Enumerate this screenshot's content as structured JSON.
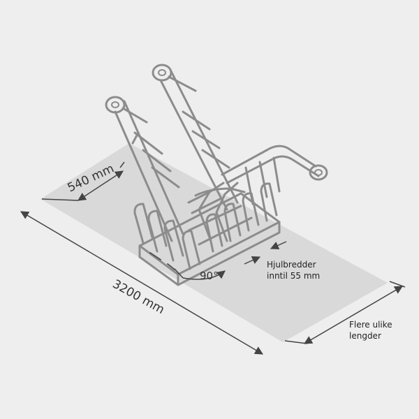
{
  "dimensions": {
    "total_length": "3200 mm",
    "depth": "540 mm",
    "angle": "90°"
  },
  "notes": {
    "wheel_width_line1": "Hjulbredder",
    "wheel_width_line2": "inntil 55 mm",
    "lengths_line1": "Flere ulike",
    "lengths_line2": "lengder"
  },
  "colors": {
    "background": "#eeeeee",
    "floor": "#d9d9d9",
    "rack_line": "#8c8c8c",
    "dimension_line": "#444444"
  }
}
